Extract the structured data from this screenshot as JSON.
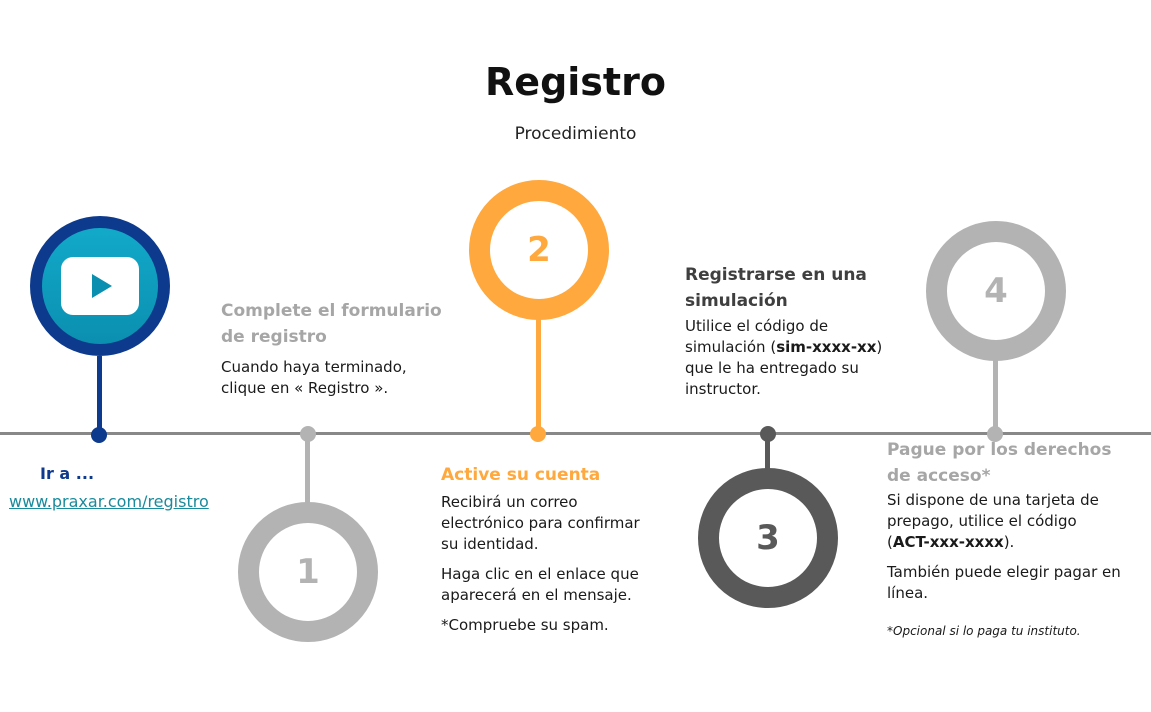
{
  "header": {
    "title": "Registro",
    "subtitle": "Procedimiento"
  },
  "start": {
    "label": "Ir a ...",
    "link": "www.praxar.com/registro"
  },
  "steps": [
    {
      "number": "1",
      "color": "#b3b3b3",
      "heading": "Complete el formulario de registro",
      "heading_lines": [
        "Complete el formulario",
        "de registro"
      ],
      "body": [
        "Cuando haya terminado,",
        "clique en « Registro »."
      ]
    },
    {
      "number": "2",
      "color": "#ffa83e",
      "heading": "Active su cuenta",
      "body": [
        "Recibirá un correo",
        "electrónico para confirmar",
        "su identidad."
      ],
      "body2": [
        "Haga clic en el enlace que",
        "aparecerá en el mensaje."
      ],
      "body3": "*Compruebe su spam."
    },
    {
      "number": "3",
      "color": "#595959",
      "heading_lines": [
        "Registrarse en una",
        "simulación"
      ],
      "body_line1": "Utilice el código de",
      "body_line2_pre": "simulación (",
      "body_code": "sim-xxxx-xx",
      "body_line2_post": ")",
      "body_rest": [
        "que le ha entregado su",
        "instructor."
      ]
    },
    {
      "number": "4",
      "color": "#b3b3b3",
      "heading_lines": [
        "Pague por los derechos",
        "de acceso*"
      ],
      "body_a": [
        "Si dispone de una tarjeta de",
        "prepago, utilice el código"
      ],
      "body_code_pre": "(",
      "body_code": "ACT-xxx-xxxx",
      "body_code_post": ").",
      "body_b": [
        "También puede elegir pagar en",
        "línea."
      ],
      "note": "*Opcional si lo paga tu instituto."
    }
  ],
  "colors": {
    "navy": "#0d3a8c",
    "teal": "#12a9c9",
    "orange": "#ffa83e",
    "grey": "#b3b3b3",
    "dark": "#595959",
    "line": "#888888"
  },
  "icons": {
    "start": "play-video-icon"
  }
}
